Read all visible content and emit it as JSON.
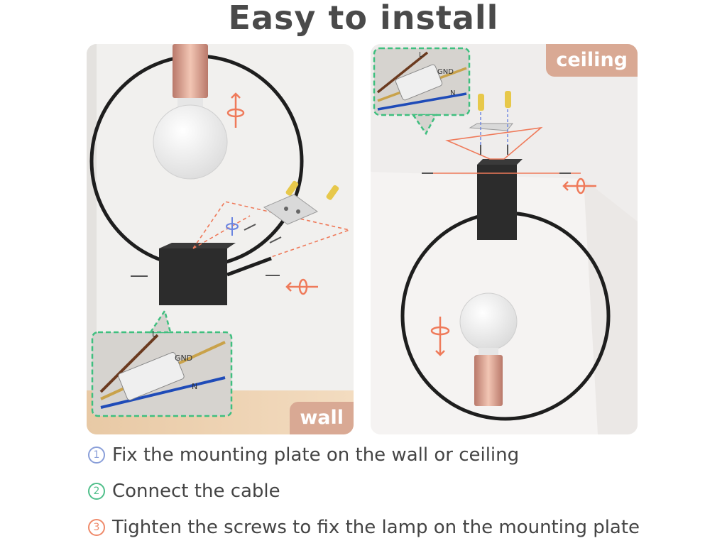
{
  "title": "Easy to install",
  "panels": {
    "wall": {
      "tag": "wall",
      "inset_labels": {
        "l": "L",
        "gnd": "GND",
        "n": "N"
      }
    },
    "ceiling": {
      "tag": "ceiling",
      "inset_labels": {
        "l": "L",
        "gnd": "GND",
        "n": "N"
      }
    }
  },
  "steps": [
    {
      "number": "1",
      "text": "Fix the mounting plate on the wall or ceiling",
      "color": "#8a9fd9"
    },
    {
      "number": "2",
      "text": "Connect the cable",
      "color": "#4fbf8a"
    },
    {
      "number": "3",
      "text": "Tighten the screws to fix the lamp on the mounting plate",
      "color": "#ef8a6a"
    }
  ],
  "colors": {
    "accent_orange": "#ef7a5a",
    "inset_border": "#3fbf7f",
    "tag_bg": "#d9a994",
    "rose_gold": "#d8a08c"
  },
  "icons": [
    "rotate-icon",
    "screw-icon",
    "anchor-icon",
    "terminal-block-icon"
  ]
}
